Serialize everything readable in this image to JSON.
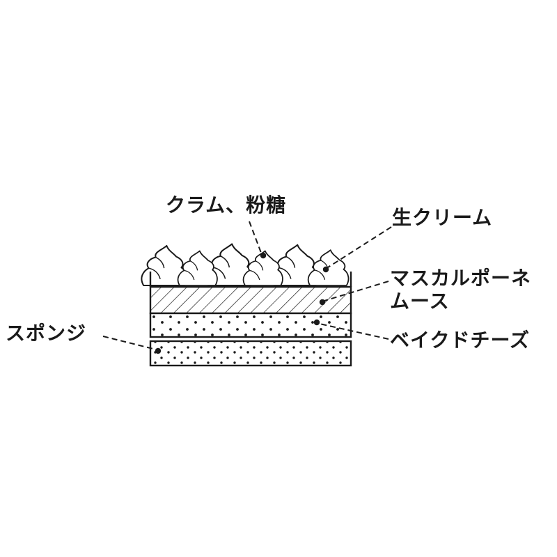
{
  "diagram": {
    "type": "labeled-cake-cross-section",
    "labels": {
      "crumb": "クラム、粉糖",
      "cream": "生クリーム",
      "mousse": "マスカルポーネ\nムース",
      "cheese": "ベイクドチーズ",
      "sponge": "スポンジ"
    },
    "layers": [
      {
        "id": "whipped-cream",
        "label": "生クリーム",
        "texture": "swirls"
      },
      {
        "id": "mascarpone-mousse",
        "label": "マスカルポーネ ムース",
        "texture": "diagonal-hatch"
      },
      {
        "id": "baked-cheese",
        "label": "ベイクドチーズ",
        "texture": "dots"
      },
      {
        "id": "sponge",
        "label": "スポンジ",
        "texture": "dots"
      }
    ],
    "colors": {
      "ink": "#1a1a1a",
      "background": "#ffffff"
    }
  }
}
